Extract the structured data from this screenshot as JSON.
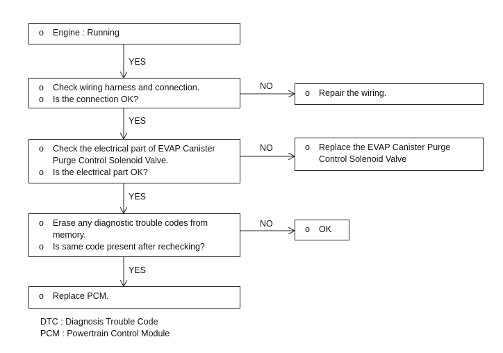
{
  "bullet": "o",
  "main_boxes": [
    {
      "lines": [
        "Engine : Running"
      ]
    },
    {
      "lines": [
        "Check wiring harness and connection.",
        "Is the connection OK?"
      ]
    },
    {
      "lines": [
        "Check the electrical part of EVAP Canister Purge Control Solenoid Valve.",
        "Is the electrical part OK?"
      ]
    },
    {
      "lines": [
        "Erase any diagnostic trouble codes from memory.",
        "Is same code present after rechecking?"
      ]
    },
    {
      "lines": [
        "Replace PCM."
      ]
    }
  ],
  "side_boxes": [
    {
      "lines": [
        "Repair the wiring."
      ]
    },
    {
      "lines": [
        "Replace the EVAP Canister Purge Control Solenoid Valve"
      ]
    },
    {
      "lines": [
        "OK"
      ]
    }
  ],
  "yes_label": "YES",
  "no_label": "NO",
  "legend": [
    "DTC : Diagnosis Trouble Code",
    "PCM : Powertrain Control Module"
  ]
}
